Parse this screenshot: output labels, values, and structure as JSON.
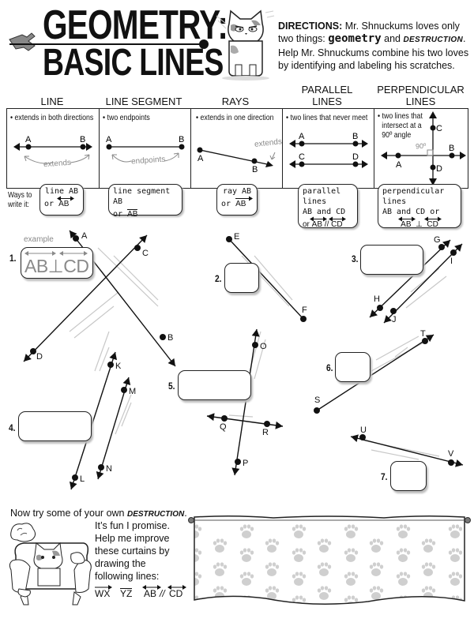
{
  "header": {
    "title_line1": "GEOMETRY:",
    "title_line2": "BASIC LINES",
    "directions_label": "DIRECTIONS:",
    "directions_part1": " Mr. Shnuckums loves only two things: ",
    "directions_geometry": "geometry",
    "directions_and": " and ",
    "directions_destruction": "DESTRUCTION",
    "directions_part2": ". Help Mr. Shnuckums combine his two loves by identifying and labeling his scratches."
  },
  "reference": {
    "columns": [
      {
        "heading": "LINE",
        "bullet": "• extends in both directions",
        "note": "extends",
        "points": [
          "A",
          "B"
        ]
      },
      {
        "heading": "LINE SEGMENT",
        "bullet": "• two endpoints",
        "note": "endpoints",
        "points": [
          "A",
          "B"
        ]
      },
      {
        "heading": "RAYS",
        "bullet": "• extends in one direction",
        "note": "extends",
        "points": [
          "A",
          "B"
        ]
      },
      {
        "heading_line1": "PARALLEL",
        "heading_line2": "LINES",
        "bullet": "• two lines that never meet",
        "points": [
          "A",
          "B",
          "C",
          "D"
        ]
      },
      {
        "heading_line1": "PERPENDICULAR",
        "heading_line2": "LINES",
        "bullet_line1": "• two lines that",
        "bullet_line2": "intersect at a",
        "bullet_line3": "90º angle",
        "angle_label": "90º",
        "points": [
          "A",
          "B",
          "C",
          "D"
        ]
      }
    ],
    "ways_label_line1": "Ways to",
    "ways_label_line2": "write it:",
    "ways": [
      {
        "line1": "line AB",
        "line2_prefix": "or ",
        "notation": "AB"
      },
      {
        "line1": "line segment AB",
        "line2_prefix": "or ",
        "notation": "AB"
      },
      {
        "line1": "ray AB",
        "line2_prefix": "or ",
        "notation": "AB"
      },
      {
        "line1": "parallel lines",
        "line2": "AB and CD",
        "line3_prefix": "or ",
        "notation_a": "AB",
        "symbol": "//",
        "notation_b": "CD"
      },
      {
        "line1": "perpendicular lines",
        "line2": "AB and CD or",
        "notation_a": "AB",
        "symbol": "⊥",
        "notation_b": "CD"
      }
    ]
  },
  "problems": [
    {
      "number": "1.",
      "example_label": "example",
      "answer": "AB⊥CD",
      "points": [
        "A",
        "B",
        "C",
        "D"
      ]
    },
    {
      "number": "2.",
      "answer": "",
      "points": [
        "E",
        "F"
      ]
    },
    {
      "number": "3.",
      "answer": "",
      "points": [
        "G",
        "H",
        "I",
        "J"
      ]
    },
    {
      "number": "4.",
      "answer": "",
      "points": [
        "K",
        "L",
        "M",
        "N"
      ]
    },
    {
      "number": "5.",
      "answer": "",
      "points": [
        "O",
        "P",
        "Q",
        "R"
      ]
    },
    {
      "number": "6.",
      "answer": "",
      "points": [
        "S",
        "T"
      ]
    },
    {
      "number": "7.",
      "answer": "",
      "points": [
        "U",
        "V"
      ]
    }
  ],
  "bottom": {
    "intro": "Now try some of your own ",
    "destruction": "DESTRUCTION",
    "intro_end": ".",
    "lines": [
      "It’s fun I promise.",
      "Help me improve",
      "these curtains by",
      "drawing the",
      "following lines:"
    ],
    "to_draw": [
      "WX",
      "YZ",
      "AB",
      "//",
      "CD"
    ]
  },
  "colors": {
    "ink": "#111111",
    "gray_note": "#8a8a8a",
    "scratch": "#c8c8c8",
    "paw": "#cfcfcf"
  }
}
